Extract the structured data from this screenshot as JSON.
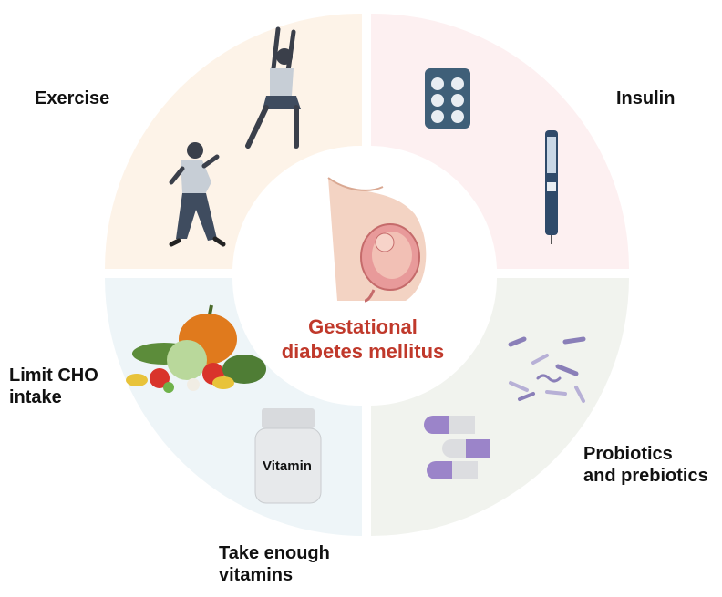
{
  "center": {
    "line1": "Gestational",
    "line2": "diabetes mellitus"
  },
  "quadrants": {
    "exercise": {
      "label": "Exercise",
      "color": "#fdf3e8"
    },
    "insulin": {
      "label": "Insulin",
      "color": "#fdf0f1"
    },
    "cho": {
      "line1": "Limit CHO",
      "line2": "intake",
      "color": "#eef5f8"
    },
    "probiotics": {
      "line1": "Probiotics",
      "line2": "and prebiotics",
      "color": "#f1f3ee"
    }
  },
  "vitamins": {
    "line1": "Take enough",
    "line2": "vitamins",
    "bottle_label": "Vitamin"
  },
  "colors": {
    "title": "#c0392b",
    "capsule": "#9b84c9"
  }
}
